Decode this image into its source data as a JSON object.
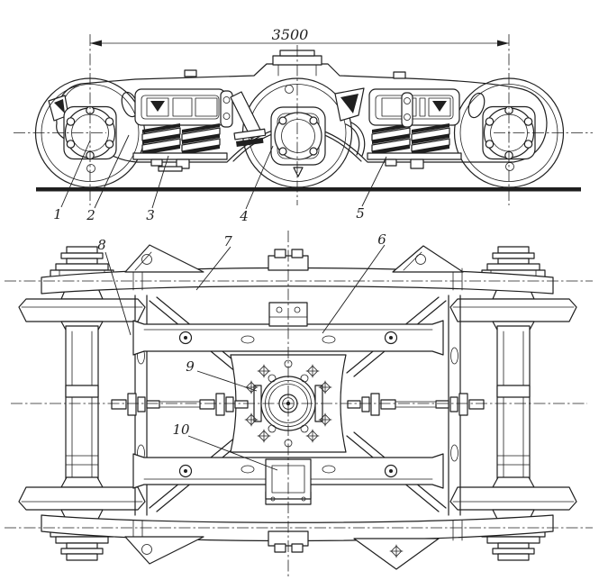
{
  "drawing": {
    "title": "three-axle railway bogie engineering drawing, side elevation and plan view",
    "dimension_label": "3500",
    "side_callouts": [
      "1",
      "2",
      "3",
      "4",
      "5"
    ],
    "plan_callouts": [
      "6",
      "7",
      "8",
      "9",
      "10"
    ],
    "colors": {
      "ink": "#1f1f1f",
      "paper": "#ffffff"
    }
  }
}
